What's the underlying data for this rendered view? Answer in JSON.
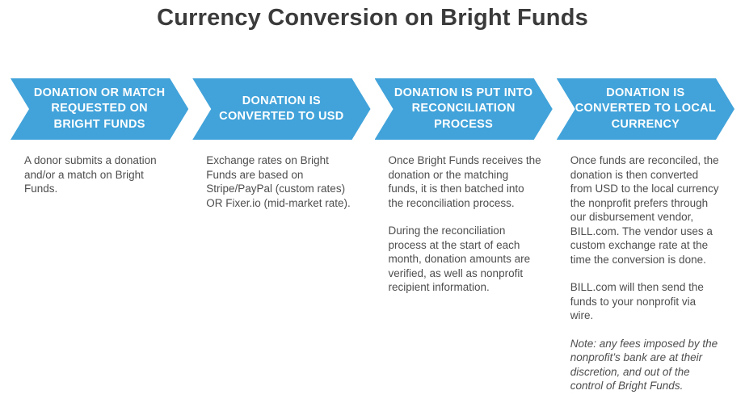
{
  "title": "Currency Conversion on Bright Funds",
  "colors": {
    "accent_blue": "#41a3d9",
    "title_text": "#3b3b3b",
    "body_text": "#4e4e4e",
    "step_label_text": "#ffffff"
  },
  "steps": [
    {
      "heading": "DONATION OR MATCH\nREQUESTED ON\nBRIGHT FUNDS",
      "paragraphs": {
        "p1": "A donor submits a donation\nand/or a match on Bright\nFunds."
      }
    },
    {
      "heading": "DONATION IS\nCONVERTED TO USD",
      "paragraphs": {
        "p1": "Exchange rates on Bright\nFunds are based on\nStripe/PayPal (custom rates)\nOR Fixer.io (mid-market rate)."
      }
    },
    {
      "heading": "DONATION IS PUT INTO\nRECONCILIATION\nPROCESS",
      "paragraphs": {
        "p1": "Once Bright Funds receives the\ndonation or the matching\nfunds, it is then batched into\nthe reconciliation process.",
        "p2": "During the reconciliation\nprocess at the start of each\nmonth, donation amounts are\nverified, as well as nonprofit\nrecipient information."
      }
    },
    {
      "heading": "DONATION IS\nCONVERTED TO LOCAL\nCURRENCY",
      "paragraphs": {
        "p1": "Once funds are reconciled, the\ndonation is then converted\nfrom USD to the local currency\nthe nonprofit prefers through\nour disbursement vendor,\nBILL.com. The vendor uses a\ncustom exchange rate at the\ntime the conversion is done.",
        "p2": "BILL.com will then send the\nfunds to your nonprofit via\nwire.",
        "note": "Note: any fees imposed by the\nnonprofit’s bank are at their\ndiscretion, and out of the\ncontrol of Bright Funds."
      }
    }
  ]
}
